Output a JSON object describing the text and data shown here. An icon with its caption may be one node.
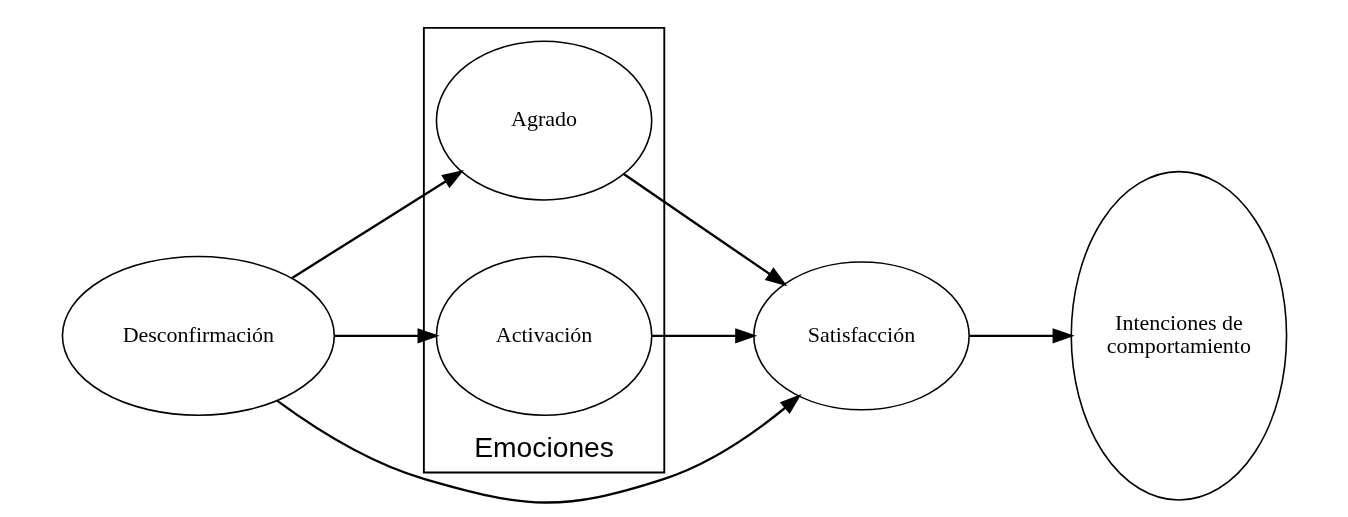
{
  "diagram": {
    "nodes": [
      {
        "text": [
          "Emociones"
        ]
      },
      {
        "text": [
          "Desconfirmación"
        ]
      },
      {
        "text": [
          "Agrado"
        ],
        "in": 0
      },
      {
        "text": [
          "Activación"
        ],
        "in": 0
      },
      {
        "text": [
          "Satisfacción"
        ]
      },
      {
        "text": [
          "Intenciones de comportamiento"
        ]
      }
    ],
    "edges": [
      {
        "from": 1,
        "to": 2,
        "arrow": "to"
      },
      {
        "from": 1,
        "to": 4,
        "arrow": "to"
      },
      {
        "from": 1,
        "to": 3,
        "arrow": "to"
      },
      {
        "from": 2,
        "to": 4,
        "arrow": "to"
      },
      {
        "from": 3,
        "to": 4,
        "arrow": "to"
      },
      {
        "from": 4,
        "to": 5,
        "arrow": "to"
      }
    ]
  }
}
